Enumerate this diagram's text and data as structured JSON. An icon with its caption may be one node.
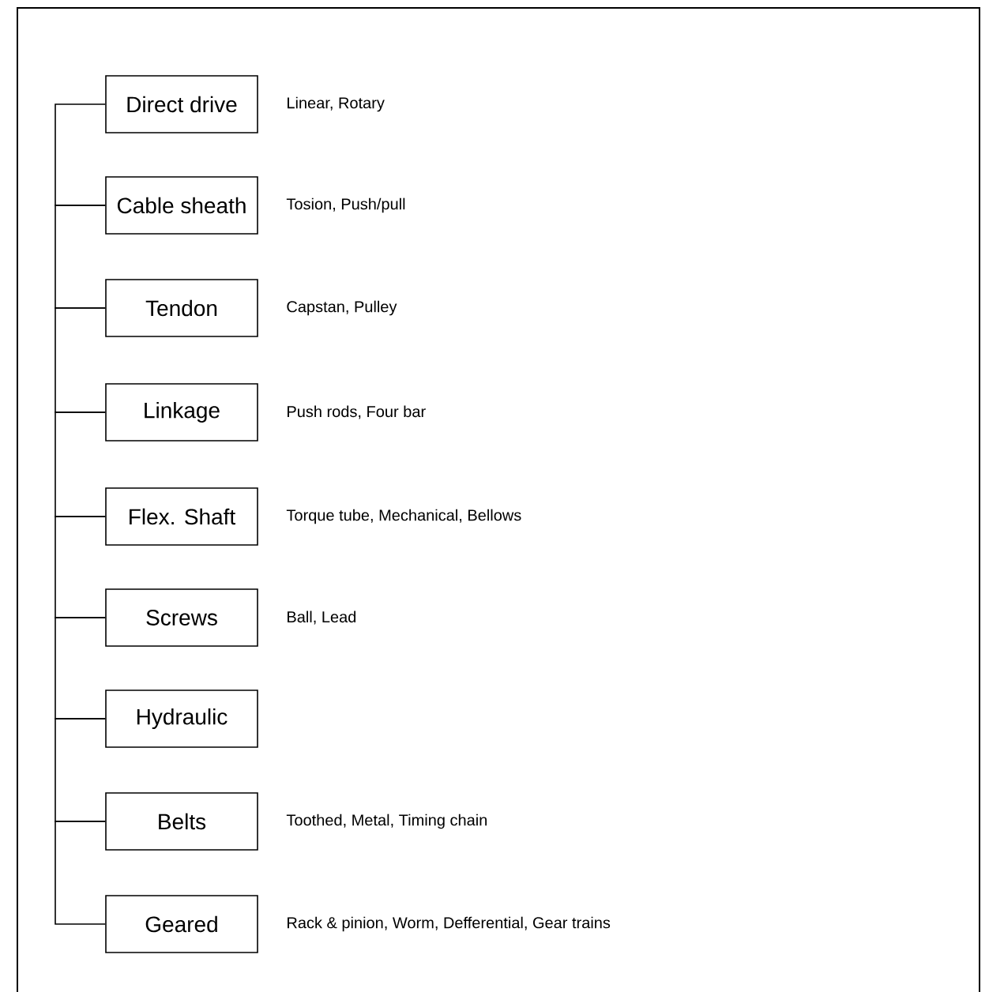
{
  "diagram": {
    "nodes": [
      {
        "text": [
          "Direct drive"
        ],
        "beside": [
          "Linear, Rotary"
        ]
      },
      {
        "text": [
          "Cable sheath"
        ],
        "beside": [
          "Tosion, Push/pull"
        ]
      },
      {
        "text": [
          "Tendon"
        ],
        "beside": [
          "Capstan, Pulley"
        ]
      },
      {
        "text": [
          "Linkage"
        ],
        "beside": [
          "Push rods, Four bar"
        ]
      },
      {
        "text": [
          "Flex. Shaft"
        ],
        "beside": [
          "Torque tube, Mechanical, Bellows"
        ]
      },
      {
        "text": [
          "Screws"
        ],
        "beside": [
          "Ball, Lead"
        ]
      },
      {
        "text": [
          "Hydraulic"
        ]
      },
      {
        "text": [
          "Belts"
        ],
        "beside": [
          "Toothed, Metal, Timing chain"
        ]
      },
      {
        "text": [
          "Geared"
        ],
        "beside": [
          "Rack & pinion, Worm, Defferential, Gear trains"
        ]
      }
    ],
    "edges": [
      {
        "from": 0,
        "to": 1,
        "arrow": "none"
      },
      {
        "from": 1,
        "to": 2,
        "arrow": "none"
      },
      {
        "from": 2,
        "to": 3,
        "arrow": "none"
      },
      {
        "from": 3,
        "to": 4,
        "arrow": "none"
      },
      {
        "from": 4,
        "to": 5,
        "arrow": "none"
      },
      {
        "from": 5,
        "to": 6,
        "arrow": "none"
      },
      {
        "from": 6,
        "to": 7,
        "arrow": "none"
      },
      {
        "from": 7,
        "to": 8,
        "arrow": "none"
      }
    ]
  }
}
